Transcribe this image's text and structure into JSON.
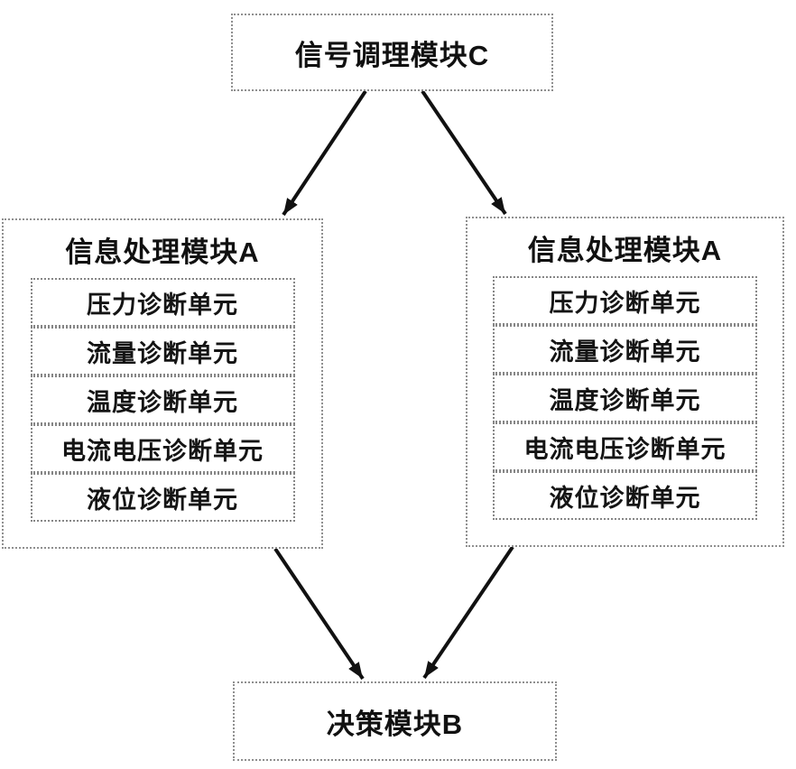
{
  "diagram": {
    "top_module": {
      "label": "信号调理模块C"
    },
    "processing_modules": [
      {
        "title": "信息处理模块A",
        "units": [
          "压力诊断单元",
          "流量诊断单元",
          "温度诊断单元",
          "电流电压诊断单元",
          "液位诊断单元"
        ]
      },
      {
        "title": "信息处理模块A",
        "units": [
          "压力诊断单元",
          "流量诊断单元",
          "温度诊断单元",
          "电流电压诊断单元",
          "液位诊断单元"
        ]
      }
    ],
    "bottom_module": {
      "label": "决策模块B"
    },
    "colors": {
      "arrow": "#111111",
      "border": "#8f8f8f",
      "text": "#111111",
      "background": "#ffffff"
    }
  }
}
